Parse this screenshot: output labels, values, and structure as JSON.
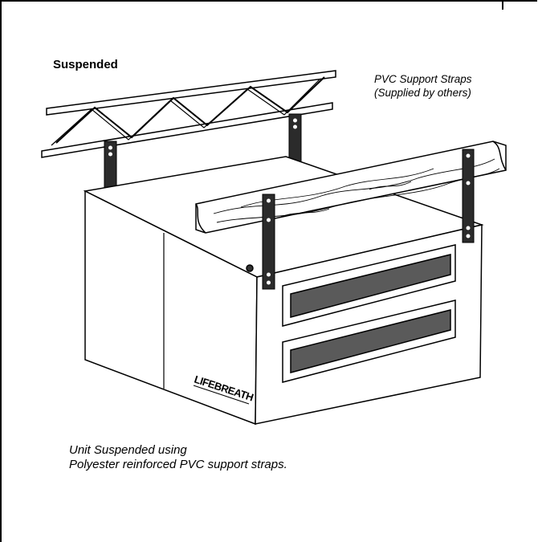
{
  "heading": "Suspended",
  "callout": {
    "line1": "PVC Support Straps",
    "line2": "(Supplied by others)"
  },
  "caption": {
    "line1": "Unit Suspended using",
    "line2": "Polyester reinforced PVC support straps."
  },
  "brand_logo": "LIFEBREATH"
}
